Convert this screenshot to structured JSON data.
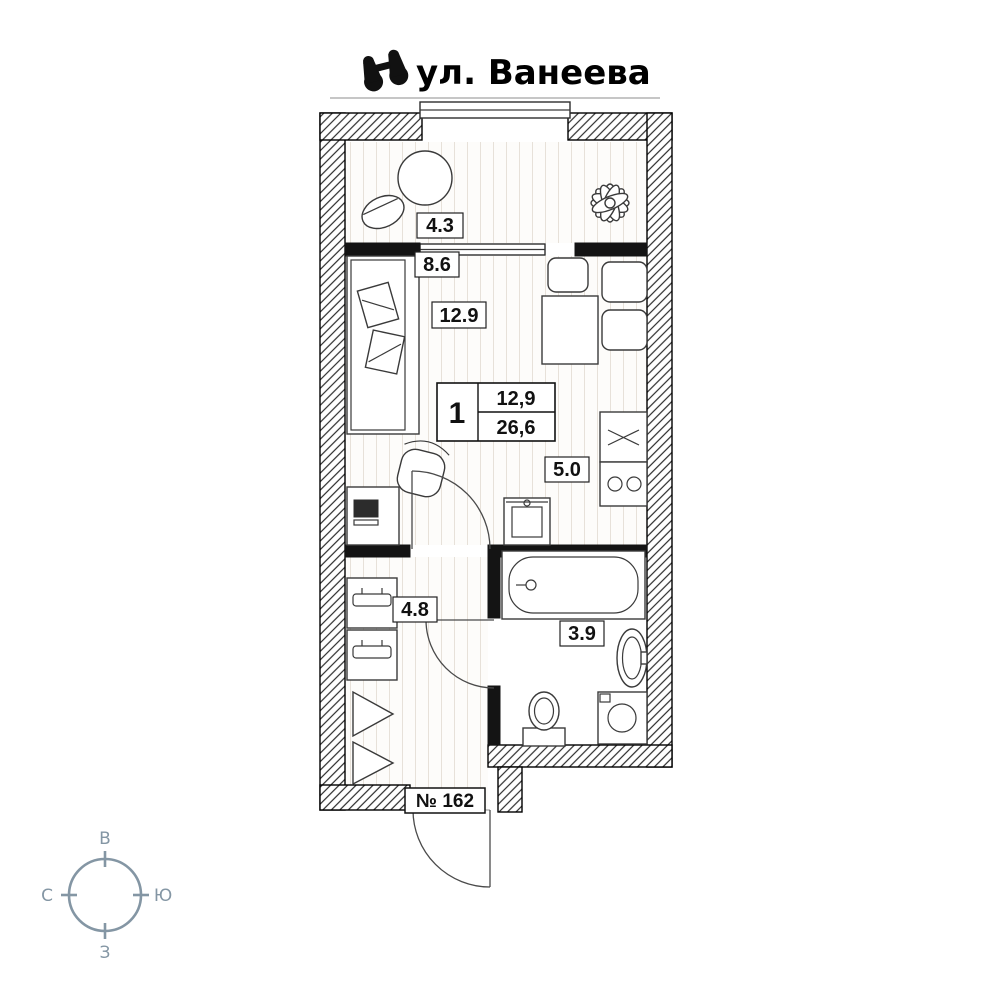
{
  "header": {
    "street_label": "ул. Ванеева",
    "icon": "binoculars-icon"
  },
  "plan": {
    "summary": {
      "rooms_count": "1",
      "living_area": "12,9",
      "total_area": "26,6"
    },
    "areas": {
      "balcony": "4.3",
      "kitchen_niche": "8.6",
      "room": "12.9",
      "kitchen_zone": "5.0",
      "hallway": "4.8",
      "bathroom": "3.9"
    },
    "apartment_number": "№ 162"
  },
  "compass": {
    "top": "В",
    "left": "С",
    "right": "Ю",
    "bottom": "З"
  },
  "colors": {
    "wall": "#141414",
    "compass": "#8496a4",
    "floor_line": "#e7e1d9"
  }
}
